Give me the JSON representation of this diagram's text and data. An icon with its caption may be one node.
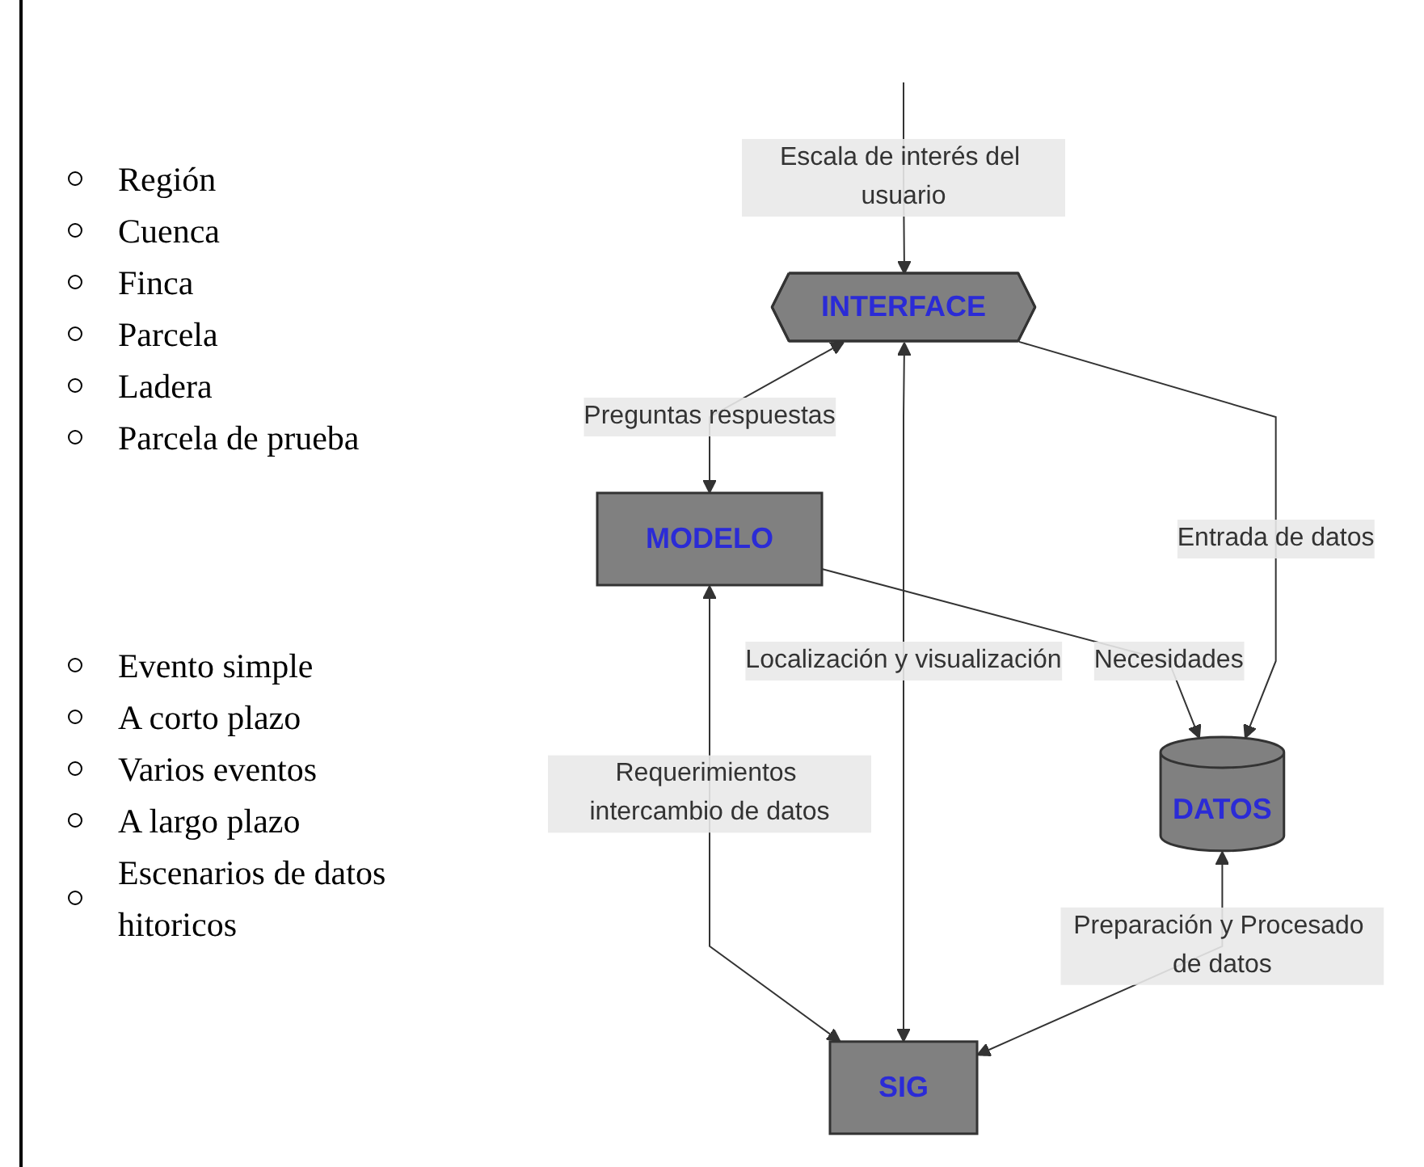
{
  "diagram": {
    "nodes": [
      {
        "text": [
          "INTERFACE"
        ]
      },
      {
        "text": [
          "MODELO"
        ]
      },
      {
        "text": [
          "DATOS"
        ]
      },
      {
        "text": [
          "SIG"
        ]
      }
    ],
    "edges": [
      {
        "from": null,
        "to": 0,
        "arrow": "to",
        "label": "Escala de interés del usuario"
      },
      {
        "from": 0,
        "to": 1,
        "arrow": "both",
        "label": "Preguntas respuestas"
      },
      {
        "from": 1,
        "to": 2,
        "arrow": "to",
        "label": "Necesidades"
      },
      {
        "from": 0,
        "to": 2,
        "arrow": "to",
        "label": "Entrada de datos"
      },
      {
        "from": 1,
        "to": 3,
        "arrow": "both",
        "label": "Requerimientos intercambio de datos"
      },
      {
        "from": 0,
        "to": 3,
        "arrow": "both",
        "label": "Localización y visualización"
      },
      {
        "from": 2,
        "to": 3,
        "arrow": "both",
        "label": "Preparación y Procesado de datos"
      }
    ],
    "labels": [
      "Región",
      "Cuenca",
      "Finca",
      "Parcela",
      "Ladera",
      "Parcela de prueba",
      "Evento simple",
      "A corto plazo",
      "Varios eventos",
      "A largo plazo",
      "Escenarios de datos hitoricos"
    ]
  }
}
